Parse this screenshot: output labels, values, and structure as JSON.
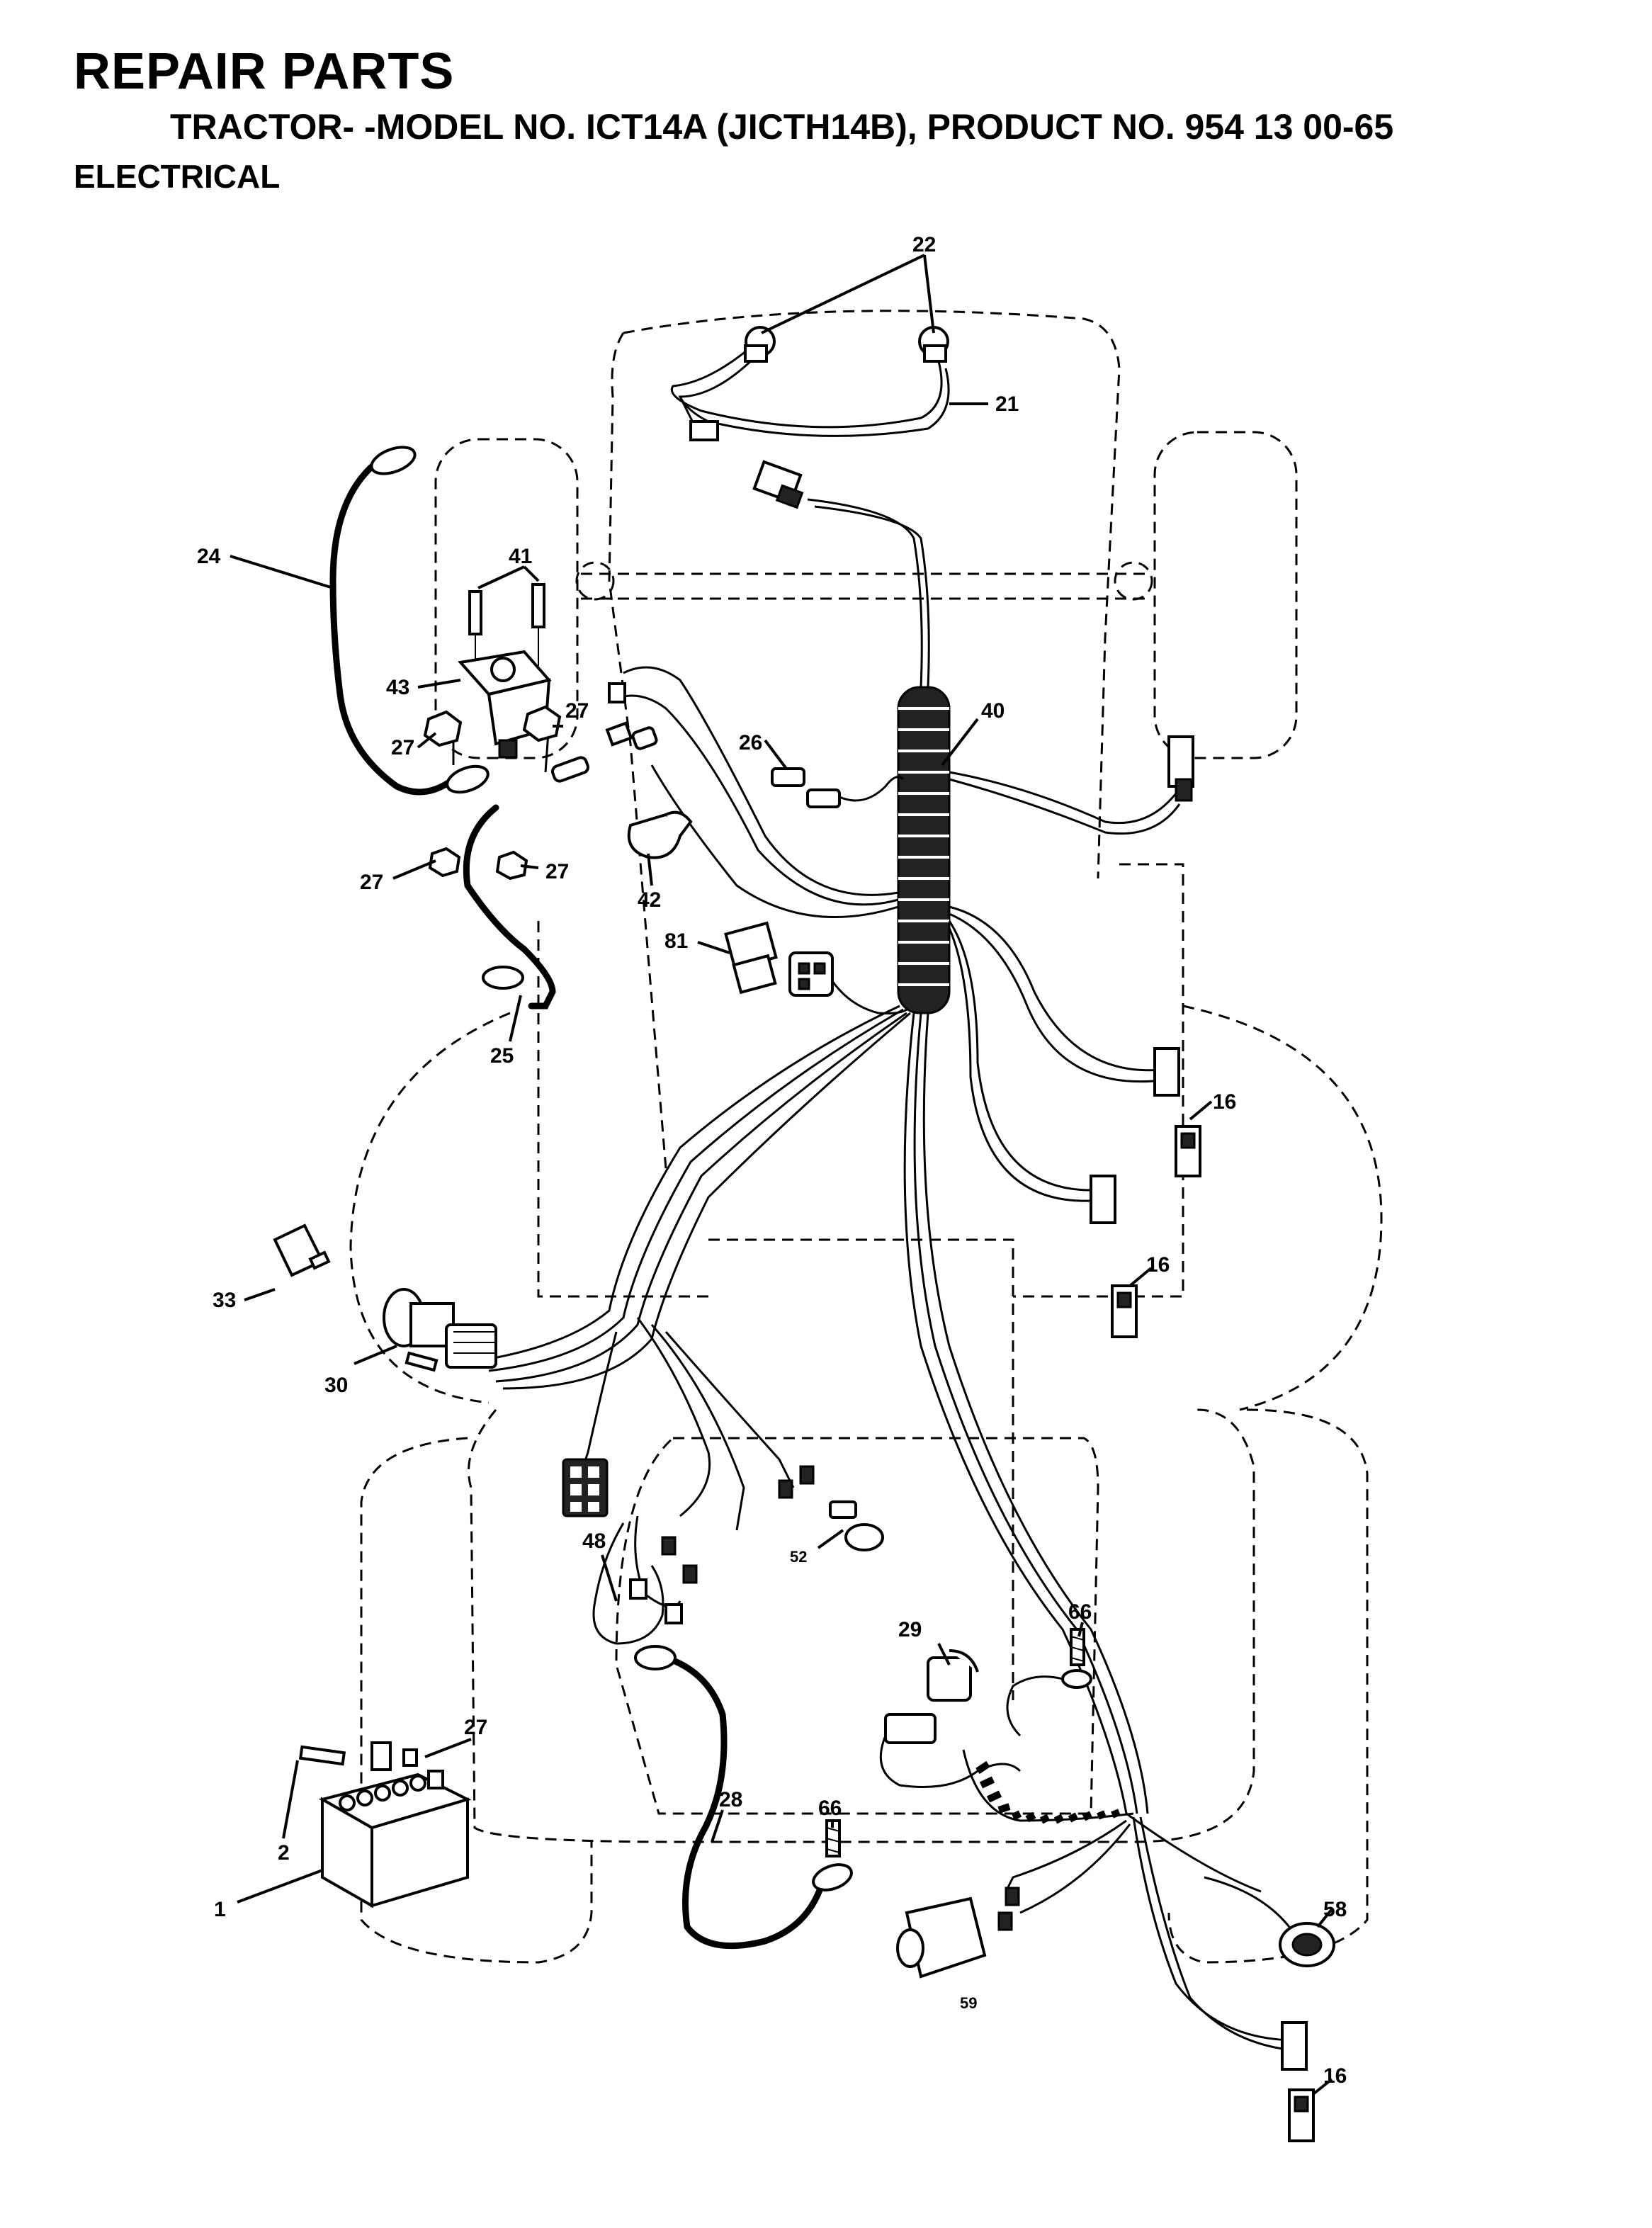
{
  "header": {
    "title": "REPAIR PARTS",
    "subtitle": "TRACTOR- -MODEL NO. ICT14A (JICTH14B), PRODUCT NO. 954 13 00-65",
    "section": "ELECTRICAL"
  },
  "callouts": {
    "c1": "1",
    "c2": "2",
    "c16a": "16",
    "c16b": "16",
    "c16c": "16",
    "c21": "21",
    "c22": "22",
    "c24": "24",
    "c25": "25",
    "c26": "26",
    "c27a": "27",
    "c27b": "27",
    "c27c": "27",
    "c27d": "27",
    "c27e": "27",
    "c28": "28",
    "c29": "29",
    "c30": "30",
    "c33": "33",
    "c40": "40",
    "c41": "41",
    "c42": "42",
    "c43": "43",
    "c48": "48",
    "c52": "52",
    "c58": "58",
    "c59": "59",
    "c66a": "66",
    "c66b": "66",
    "c81": "81"
  }
}
